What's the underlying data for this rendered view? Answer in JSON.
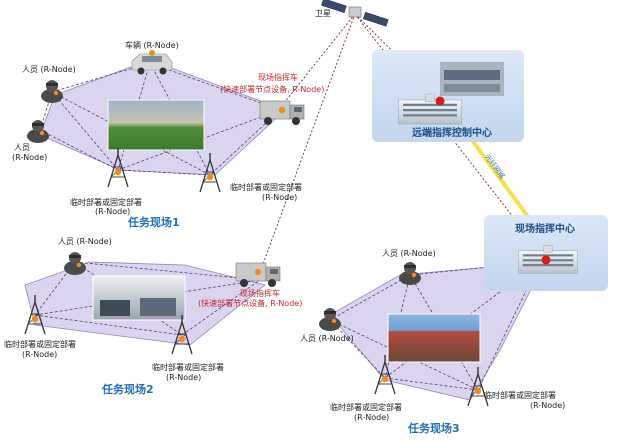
{
  "satellite": {
    "label": "卫星"
  },
  "remote_center": {
    "title": "远端指挥控制中心"
  },
  "field_center": {
    "title": "现场指挥中心"
  },
  "fiber_link": {
    "label": "光纤网络"
  },
  "site1": {
    "title": "任务现场1",
    "vehicle_label": "车辆 (R-Node)",
    "truck_label": "现场指挥车",
    "truck_sub": "(快速部署节点设备, R-Node)",
    "person_a": "人员 (R-Node)",
    "person_b": "人员",
    "person_b_sub": "(R-Node)",
    "tower_label": "临时部署或固定部署",
    "tower_sub": "(R-Node)",
    "tower_right_label": "临时部署或固定部署",
    "tower_right_sub": "(R-Node)"
  },
  "site2": {
    "title": "任务现场2",
    "person_label": "人员 (R-Node)",
    "truck_label": "现场指挥车",
    "truck_sub": "(快速部署节点设备, R-Node)",
    "tower_left_label": "临时部署或固定部署",
    "tower_left_sub": "(R-Node)",
    "tower_right_label": "临时部署或固定部署",
    "tower_right_sub": "(R-Node)"
  },
  "site3": {
    "title": "任务现场3",
    "person_top": "人员 (R-Node)",
    "person_left": "人员 (R-Node)",
    "tower_left_label": "临时部署或固定部署",
    "tower_left_sub": "(R-Node)",
    "tower_right_label": "临时部署或固定部署",
    "tower_right_sub": "(R-Node)"
  },
  "colors": {
    "zone_fill": "#cfc6ea",
    "zone_stroke": "#8f86c6",
    "mesh_line": "#5b3a7a",
    "satellite_line": "#6b2b2b",
    "fiber_line": "#f2e04a",
    "title_blue": "#1f6fb8",
    "label_red": "#c0272d"
  }
}
